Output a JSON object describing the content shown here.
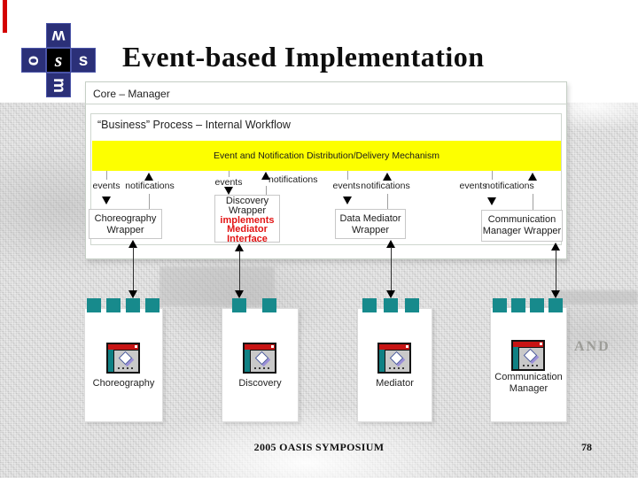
{
  "title": "Event-based Implementation",
  "logo": {
    "letters": {
      "top": "w",
      "left": "o",
      "center": "s",
      "right": "s",
      "bottom": "m"
    }
  },
  "core_panel": {
    "label": "Core – Manager",
    "workflow_label": "“Business” Process – Internal Workflow",
    "bus_label": "Event and Notification Distribution/Delivery Mechanism"
  },
  "groups": [
    {
      "events": "events",
      "notifications": "notifications",
      "wrapper": [
        "Choreography",
        "Wrapper"
      ],
      "wrapper_red": []
    },
    {
      "events": "events",
      "notifications": "notifications",
      "wrapper": [
        "Discovery",
        "Wrapper"
      ],
      "wrapper_red": [
        "implements",
        "Mediator",
        "Interface"
      ]
    },
    {
      "events": "events",
      "notifications": "notifications",
      "wrapper": [
        "Data Mediator",
        "Wrapper"
      ],
      "wrapper_red": []
    },
    {
      "events": "events",
      "notifications": "notifications",
      "wrapper": [
        "Communication",
        "Manager Wrapper"
      ],
      "wrapper_red": []
    }
  ],
  "components": [
    {
      "label": [
        "Choreography"
      ],
      "ports": 4
    },
    {
      "label": [
        "Discovery"
      ],
      "ports": 2
    },
    {
      "label": [
        "Mediator"
      ],
      "ports": 3
    },
    {
      "label": [
        "Communication",
        "Manager"
      ],
      "ports": 4
    }
  ],
  "background_text": "AND",
  "footer": {
    "event": "2005 OASIS SYMPOSIUM",
    "page": "78"
  },
  "colors": {
    "accent_red": "#d40000",
    "logo_navy": "#2b3078",
    "bus_yellow": "#fdff00",
    "wrapper_red_text": "#e21414",
    "port_teal": "#178a8c",
    "icon_title_red": "#c81414"
  }
}
